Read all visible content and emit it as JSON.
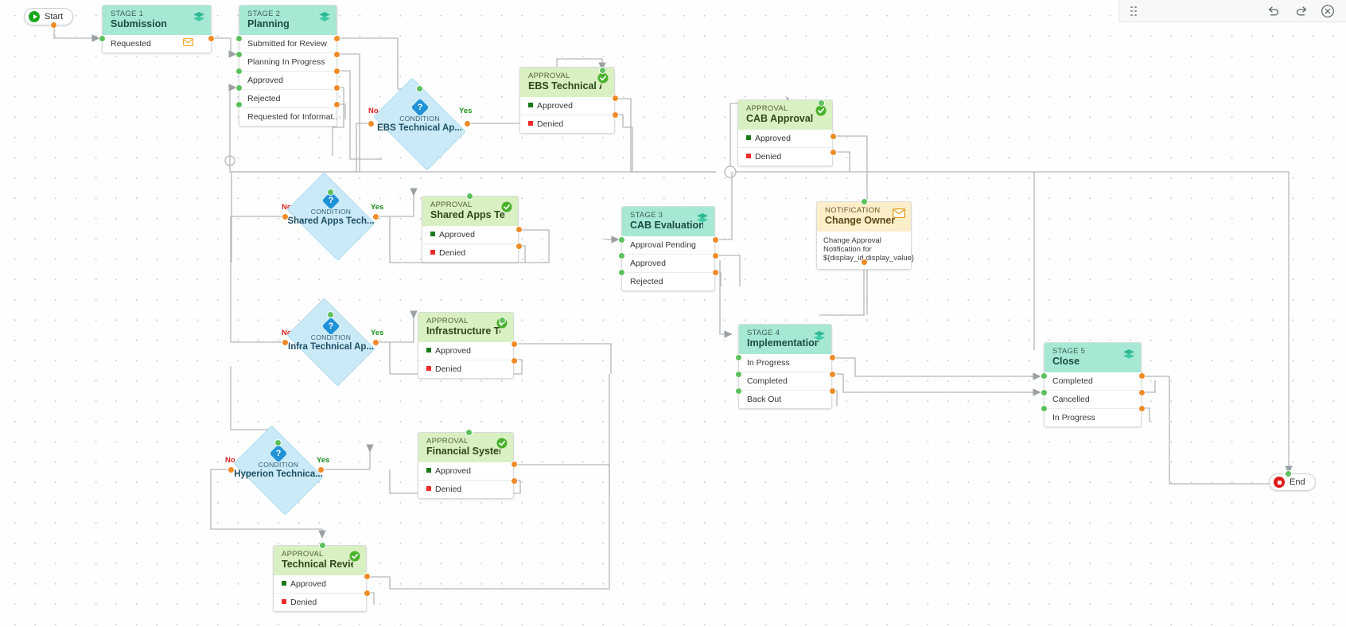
{
  "toolbar": {
    "drag_handle": "drag-handle",
    "buttons": [
      {
        "name": "undo-button",
        "label": "Undo"
      },
      {
        "name": "redo-button",
        "label": "Redo"
      },
      {
        "name": "close-button",
        "label": "Close"
      }
    ]
  },
  "terminals": {
    "start": {
      "label": "Start",
      "icon": "play-icon"
    },
    "end": {
      "label": "End",
      "icon": "stop-icon"
    }
  },
  "labels": {
    "no": "No",
    "yes": "Yes"
  },
  "colors": {
    "stage_header": "#a7e8d5",
    "approval_header": "#d9f0c2",
    "notification_header": "#fbeec8",
    "condition_fill": "#cbeaf8",
    "in_port": "#5cc15c",
    "out_port": "#f08b28",
    "approved_swatch": "#1a7a1a",
    "denied_swatch": "#ee2b2b",
    "wire": "#b4b8ba"
  },
  "nodes": {
    "stage1": {
      "kicker": "STAGE 1",
      "title": "Submission",
      "icon": "layers-icon",
      "rows": [
        {
          "label": "Requested",
          "icon": "envelope-icon"
        }
      ]
    },
    "stage2": {
      "kicker": "STAGE 2",
      "title": "Planning",
      "icon": "layers-icon",
      "rows": [
        {
          "label": "Submitted for Review"
        },
        {
          "label": "Planning In Progress"
        },
        {
          "label": "Approved"
        },
        {
          "label": "Rejected"
        },
        {
          "label": "Requested for Informat..."
        }
      ]
    },
    "stage3": {
      "kicker": "STAGE 3",
      "title": "CAB Evaluation",
      "icon": "layers-icon",
      "rows": [
        {
          "label": "Approval Pending"
        },
        {
          "label": "Approved"
        },
        {
          "label": "Rejected"
        }
      ]
    },
    "stage4": {
      "kicker": "STAGE 4",
      "title": "Implementation",
      "icon": "layers-icon",
      "rows": [
        {
          "label": "In Progress"
        },
        {
          "label": "Completed"
        },
        {
          "label": "Back Out"
        }
      ]
    },
    "stage5": {
      "kicker": "STAGE 5",
      "title": "Close",
      "icon": "layers-icon",
      "rows": [
        {
          "label": "Completed"
        },
        {
          "label": "Cancelled"
        },
        {
          "label": "In Progress"
        }
      ]
    },
    "approval_ebs": {
      "kicker": "APPROVAL",
      "title": "EBS Technical Ap...",
      "icon": "check-circle-icon",
      "rows": [
        {
          "label": "Approved",
          "swatch": "green"
        },
        {
          "label": "Denied",
          "swatch": "red"
        }
      ]
    },
    "approval_cab": {
      "kicker": "APPROVAL",
      "title": "CAB Approval",
      "icon": "check-circle-icon",
      "rows": [
        {
          "label": "Approved",
          "swatch": "green"
        },
        {
          "label": "Denied",
          "swatch": "red"
        }
      ]
    },
    "approval_shared": {
      "kicker": "APPROVAL",
      "title": "Shared Apps Tech...",
      "icon": "check-circle-icon",
      "rows": [
        {
          "label": "Approved",
          "swatch": "green"
        },
        {
          "label": "Denied",
          "swatch": "red"
        }
      ]
    },
    "approval_infra": {
      "kicker": "APPROVAL",
      "title": "Infrastructure Tec...",
      "icon": "check-circle-icon",
      "rows": [
        {
          "label": "Approved",
          "swatch": "green"
        },
        {
          "label": "Denied",
          "swatch": "red"
        }
      ]
    },
    "approval_financial": {
      "kicker": "APPROVAL",
      "title": "Financial System ...",
      "icon": "check-circle-icon",
      "rows": [
        {
          "label": "Approved",
          "swatch": "green"
        },
        {
          "label": "Denied",
          "swatch": "red"
        }
      ]
    },
    "approval_techreview": {
      "kicker": "APPROVAL",
      "title": "Technical Review ...",
      "icon": "check-circle-icon",
      "rows": [
        {
          "label": "Approved",
          "swatch": "green"
        },
        {
          "label": "Denied",
          "swatch": "red"
        }
      ]
    },
    "notification_owner": {
      "kicker": "NOTIFICATION",
      "title": "Change Owner No...",
      "icon": "envelope-icon",
      "body": "Change Approval Notification for\n${display_id.display_value}"
    },
    "cond_ebs": {
      "kicker": "CONDITION",
      "title": "EBS Technical Ap...",
      "icon": "condition-icon"
    },
    "cond_shared": {
      "kicker": "CONDITION",
      "title": "Shared Apps Tech...",
      "icon": "condition-icon"
    },
    "cond_infra": {
      "kicker": "CONDITION",
      "title": "Infra Technical Ap...",
      "icon": "condition-icon"
    },
    "cond_hyperion": {
      "kicker": "CONDITION",
      "title": "Hyperion Technica...",
      "icon": "condition-icon"
    }
  }
}
